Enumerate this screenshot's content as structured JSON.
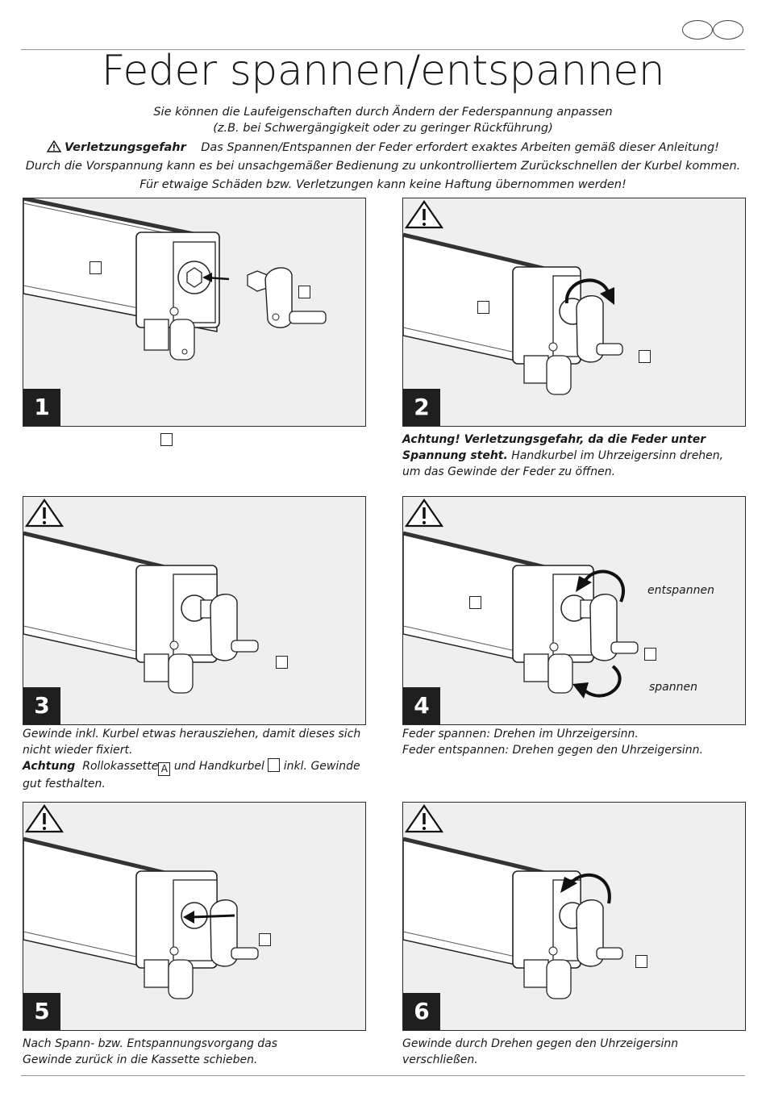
{
  "header": {
    "title": "Feder spannen/entspannen",
    "intro_line1": "Sie können die Laufeigenschaften durch Ändern der Federspannung anpassen",
    "intro_line2": "(z.B. bei Schwergängigkeit oder zu geringer Rückführung)",
    "warning_label": "Verletzungsgefahr",
    "warning_text": "Das Spannen/Entspannen der Feder erfordert exaktes Arbeiten gemäß dieser Anleitung!",
    "intro_line4": "Durch die Vorspannung kann es bei unsachgemäßer Bedienung zu unkontrolliertem Zurückschnellen der Kurbel kommen.",
    "intro_line5": "Für etwaige Schäden bzw. Verletzungen kann keine Haftung übernommen werden!"
  },
  "steps": [
    {
      "number": "1",
      "caption": ""
    },
    {
      "number": "2",
      "caption_bold": "Achtung! Verletzungsgefahr, da die Feder unter Spannung steht.",
      "caption": "Handkurbel im Uhrzeigersinn drehen, um das Gewinde der Feder zu öffnen."
    },
    {
      "number": "3",
      "caption": "Gewinde inkl. Kurbel etwas herausziehen, damit dieses sich nicht wieder fixiert.",
      "caption_bold": "Achtung",
      "caption_b1": "Rollokassette",
      "caption_box_a": "A",
      "caption_b2": "und Handkurbel",
      "caption_b3": "inkl. Gewinde gut festhalten."
    },
    {
      "number": "4",
      "caption_l1": "Feder spannen: Drehen im Uhrzeigersinn.",
      "caption_l2": "Feder entspannen: Drehen gegen den Uhrzeigersinn.",
      "label_top": "entspannen",
      "label_bottom": "spannen"
    },
    {
      "number": "5",
      "caption": "Nach Spann- bzw. Entspannungsvorgang das Gewinde zurück in die Kassette schieben."
    },
    {
      "number": "6",
      "caption": "Gewinde durch Drehen gegen den Uhrzeigersinn verschließen."
    }
  ]
}
